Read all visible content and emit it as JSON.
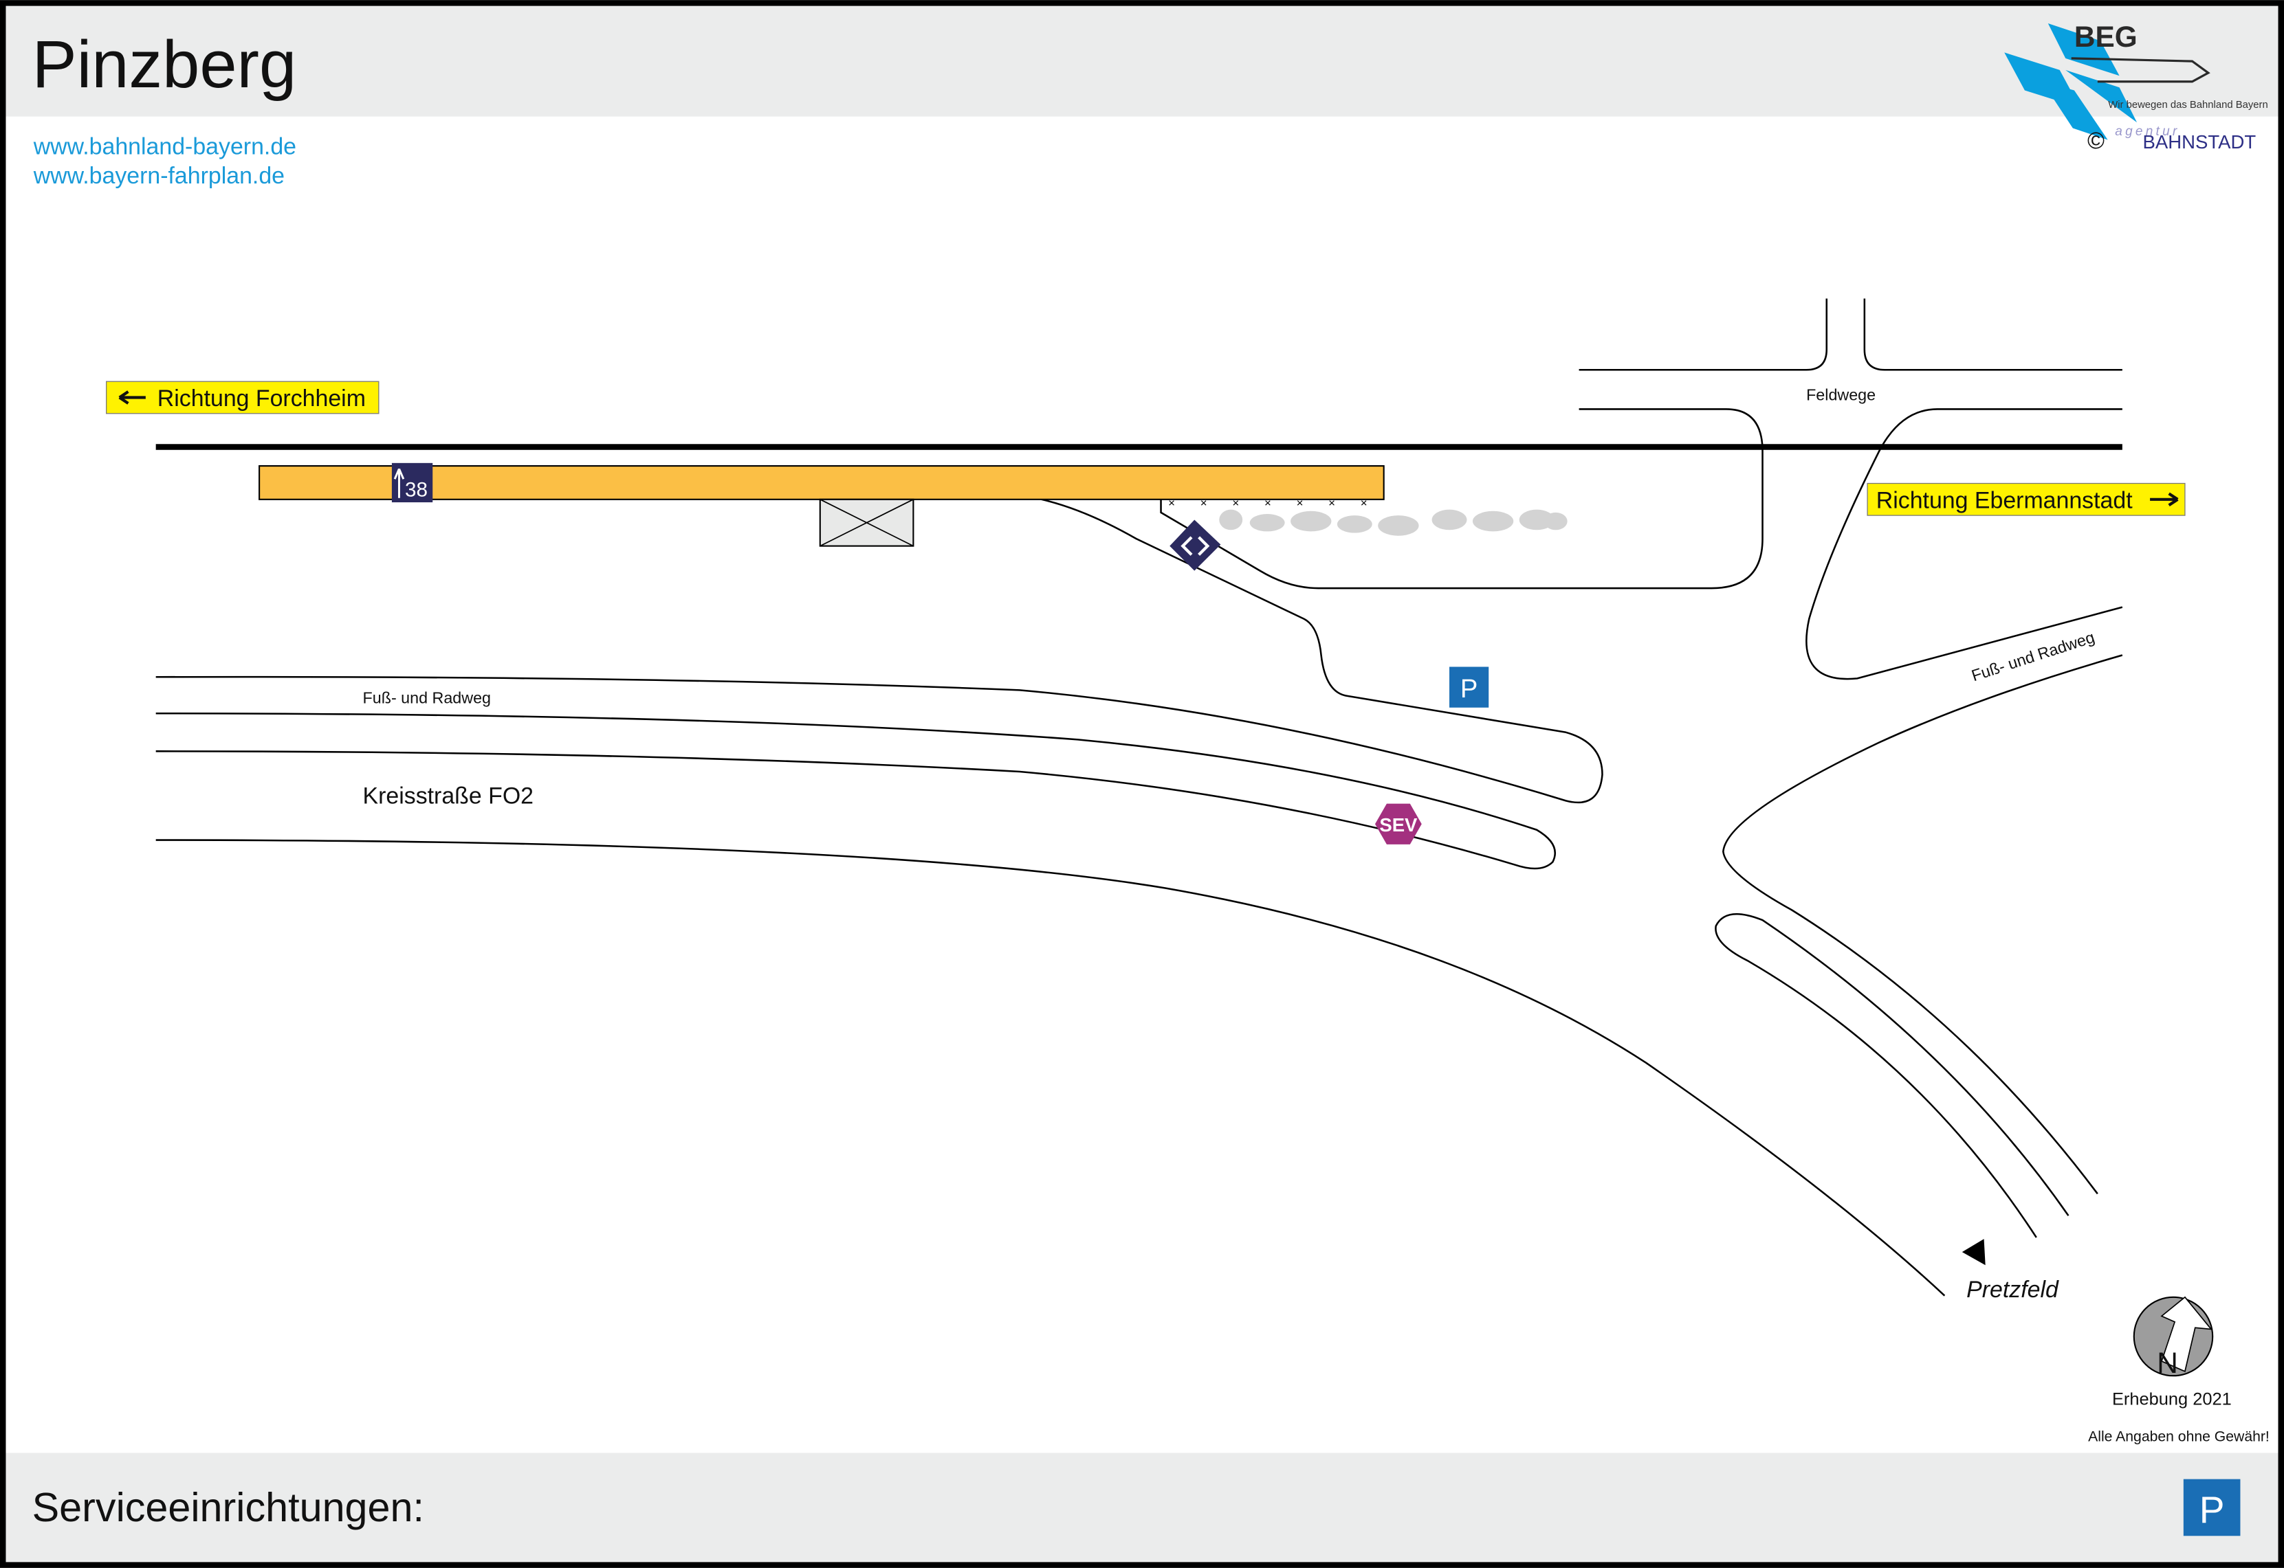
{
  "header": {
    "title": "Pinzberg",
    "links": [
      "www.bahnland-bayern.de",
      "www.bayern-fahrplan.de"
    ],
    "logo": {
      "name": "BEG",
      "tagline": "Wir bewegen das Bahnland Bayern"
    },
    "credit": {
      "symbol": "©",
      "agency_small": "agentur",
      "agency": "BAHNSTADT"
    }
  },
  "map": {
    "direction_left": "Richtung Forchheim",
    "direction_right": "Richtung Ebermannstadt",
    "track_sign": "38",
    "labels": {
      "feldwege": "Feldwege",
      "fussweg_left": "Fuß- und Radweg",
      "fussweg_right": "Fuß- und Radweg",
      "kreisstrasse": "Kreisstraße FO2",
      "pretzfeld": "Pretzfeld"
    },
    "parking": "P",
    "sev": "SEV",
    "compass": "N",
    "survey": "Erhebung 2021",
    "disclaimer": "Alle Angaben ohne Gewähr!"
  },
  "footer": {
    "title": "Serviceeinrichtungen:",
    "services": [
      "P"
    ]
  },
  "colors": {
    "platform": "#fbbf45",
    "sign_navy": "#2b2a5f",
    "parking_blue": "#1a6eb5",
    "sev_magenta": "#a3307f",
    "direction_yellow": "#fff200",
    "link_blue": "#1a9ad9",
    "band_gray": "#ebecec"
  }
}
